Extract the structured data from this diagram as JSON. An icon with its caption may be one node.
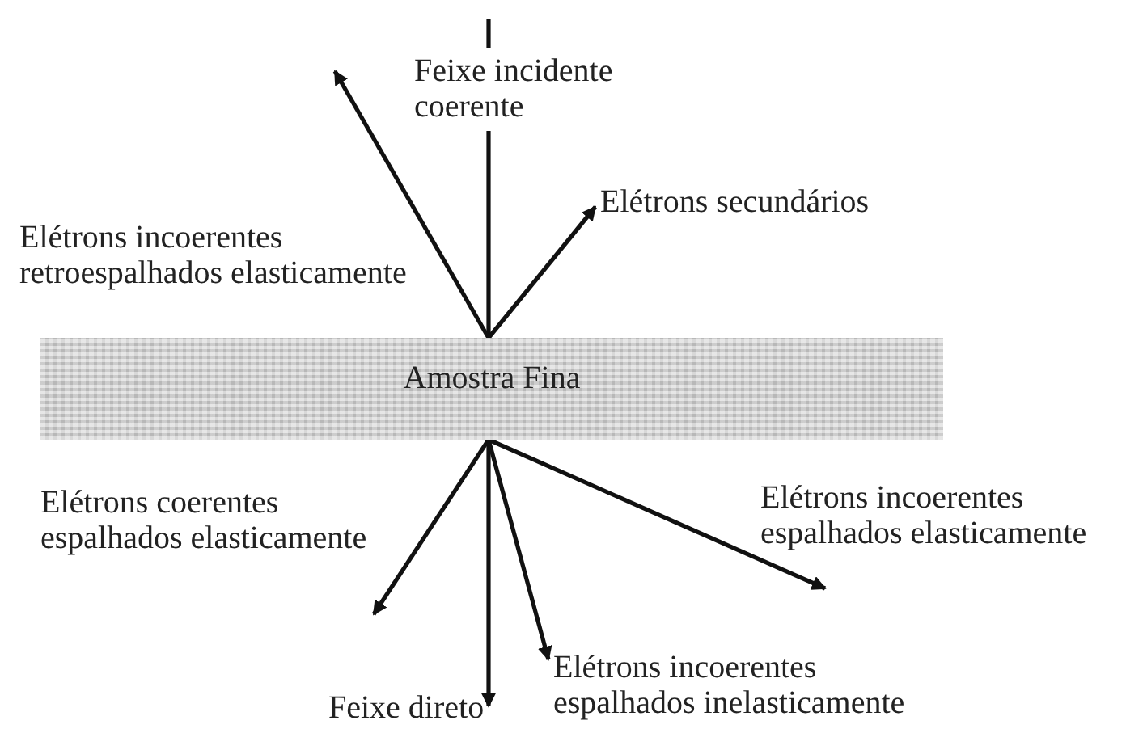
{
  "diagram": {
    "nodes": [
      {
        "text": [
          "Amostra Fina"
        ]
      },
      {
        "text": [
          "Elétrons secundários"
        ]
      },
      {
        "text": [
          "Feixe direto"
        ]
      },
      {
        "text": [
          "Elétrons incoerentes espalhados inelasticamente"
        ]
      }
    ],
    "edges": [
      {
        "from": null,
        "to": 0,
        "arrow": "none",
        "label": "Feixe incidente coerente"
      },
      {
        "from": 0,
        "to": null,
        "arrow": "to",
        "label": "Elétrons incoerentes retroespalhados elasticamente"
      },
      {
        "from": 0,
        "to": 1,
        "arrow": "to"
      },
      {
        "from": 0,
        "to": null,
        "arrow": "to",
        "label": "Elétrons coerentes espalhados elasticamente"
      },
      {
        "from": 0,
        "to": 2,
        "arrow": "to"
      },
      {
        "from": 0,
        "to": 3,
        "arrow": "to"
      },
      {
        "from": 0,
        "to": null,
        "arrow": "to",
        "label": "Elétrons incoerentes espalhados elasticamente"
      }
    ]
  }
}
